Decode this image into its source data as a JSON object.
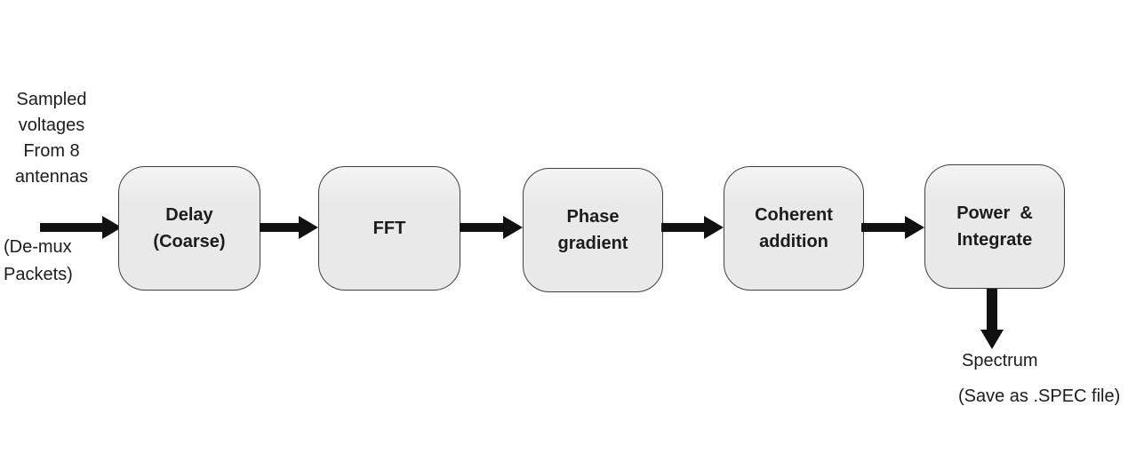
{
  "colors": {
    "node_fill": "#e9e9e9",
    "node_fill_top": "#f4f4f4",
    "node_border": "#3f3f3f",
    "arrow": "#111111",
    "text": "#1c1c1c",
    "background": "#ffffff"
  },
  "input": {
    "label": "Sampled\nvoltages\nFrom 8\nantennas",
    "sublabel": "(De-mux\nPackets)"
  },
  "nodes": [
    {
      "label": "Delay\n(Coarse)"
    },
    {
      "label": "FFT"
    },
    {
      "label": "Phase\ngradient"
    },
    {
      "label": "Coherent\naddition"
    },
    {
      "label": "Power  &\nIntegrate"
    }
  ],
  "output": {
    "label": "Spectrum",
    "sublabel": "(Save as .SPEC file)"
  }
}
